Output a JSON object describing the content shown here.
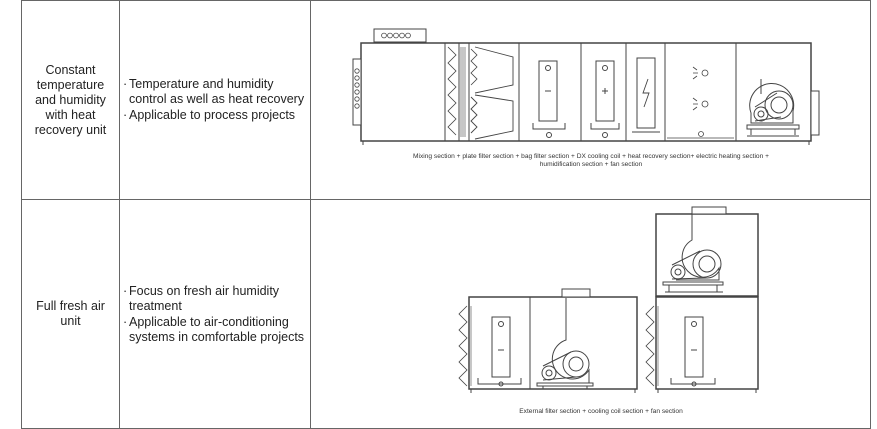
{
  "rows": [
    {
      "name": "Constant temperature and humidity with heat recovery unit",
      "features": [
        "Temperature and humidity control as well as heat recovery",
        "Applicable to process projects"
      ],
      "caption_line1": "Mixing section + plate filter section + bag filter section + DX cooling coil + heat recovery section+ electric heating section +",
      "caption_line2": "humidification section + fan section"
    },
    {
      "name": "Full fresh air unit",
      "features": [
        "Focus on fresh air humidity treatment",
        "Applicable to air-conditioning systems in comfortable projects"
      ],
      "caption": "External filter section + cooling coil section + fan section"
    }
  ],
  "bullet": "·"
}
